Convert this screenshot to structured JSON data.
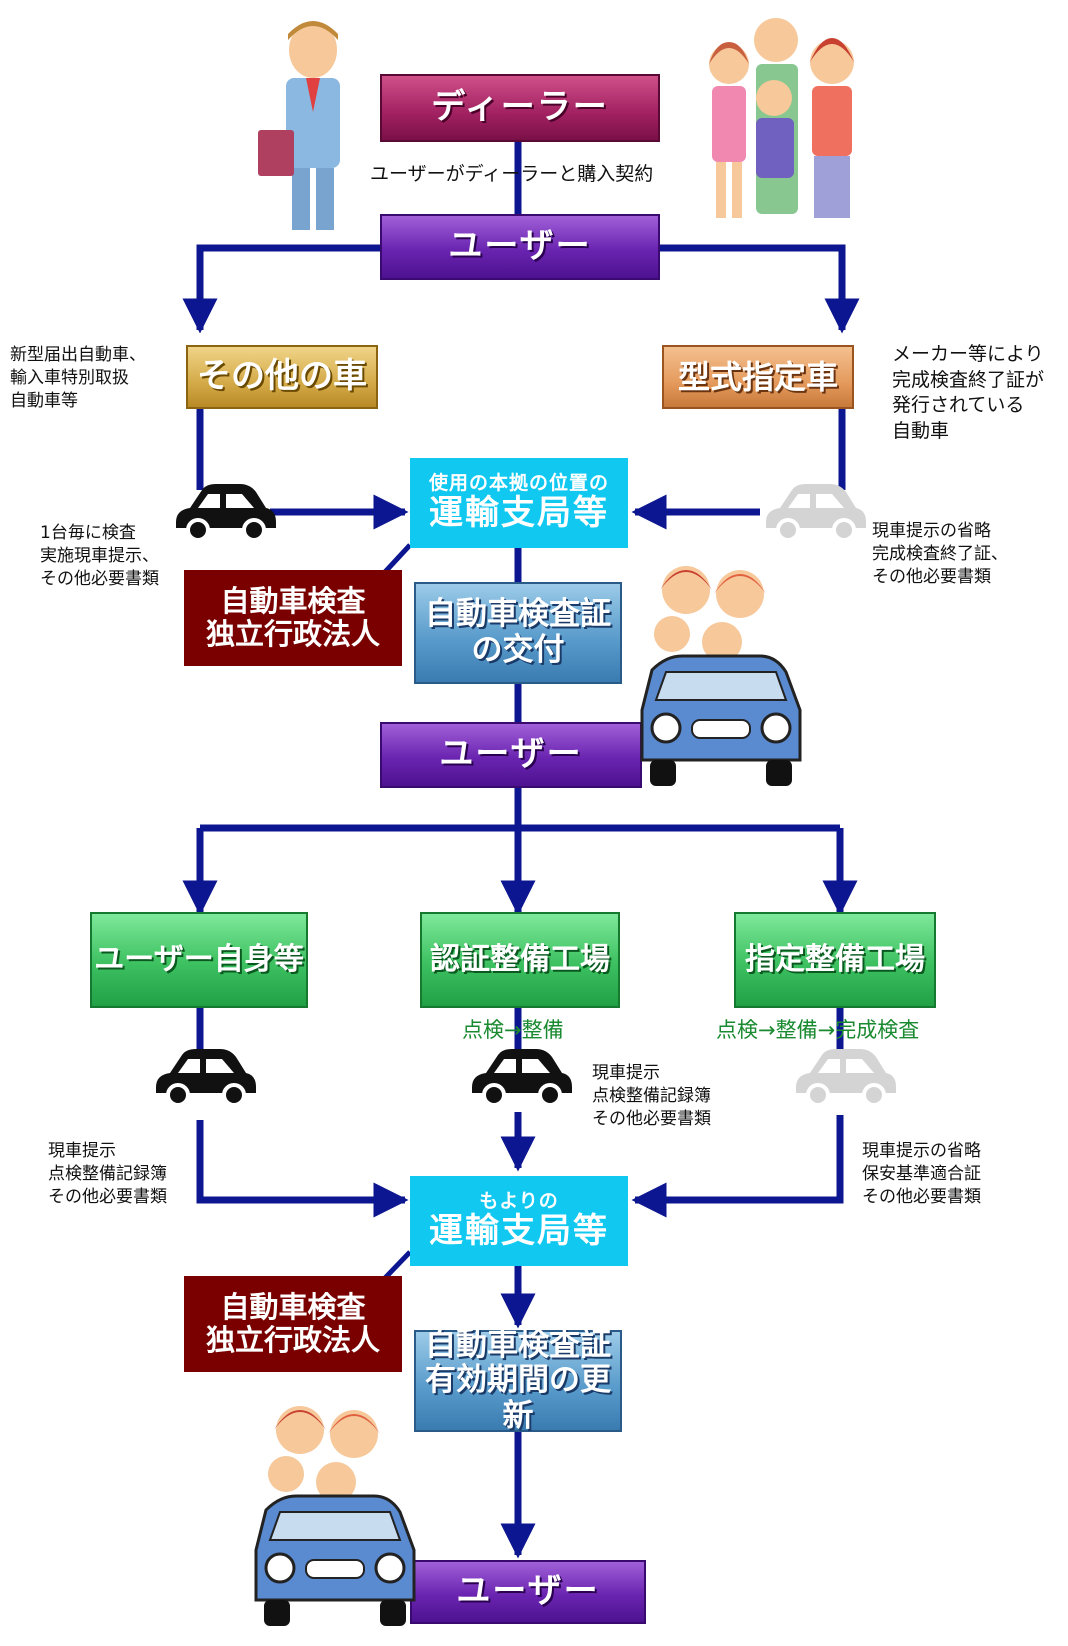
{
  "nodes": {
    "dealer": "ディーラー",
    "user1": "ユーザー",
    "other_car": "その他の車",
    "type_designated": "型式指定車",
    "bureau1_small": "使用の本拠の位置の",
    "bureau1_big": "運輸支局等",
    "agency1_line1": "自動車検査",
    "agency1_line2": "独立行政法人",
    "cert_issue_line1": "自動車検査証",
    "cert_issue_line2": "の交付",
    "user2": "ユーザー",
    "user_self": "ユーザー自身等",
    "cert_shop": "認証整備工場",
    "designated_shop": "指定整備工場",
    "bureau2_small": "もよりの",
    "bureau2_big": "運輸支局等",
    "agency2_line1": "自動車検査",
    "agency2_line2": "独立行政法人",
    "renew_line1": "自動車検査証",
    "renew_line2": "有効期間の更新",
    "user3": "ユーザー"
  },
  "notes": {
    "purchase_contract": "ユーザーがディーラーと購入契約",
    "new_type_cars": [
      "新型届出自動車、",
      "輸入車特別取扱",
      "自動車等"
    ],
    "maker_cert": [
      "メーカー等により",
      "完成検査終了証が",
      "発行されている",
      "自動車"
    ],
    "each_car_inspection": [
      "1台毎に検査",
      "実施現車提示、",
      "その他必要書類"
    ],
    "omit_presentation": [
      "現車提示の省略",
      "完成検査終了証、",
      "その他必要書類"
    ],
    "cert_shop_process": "点検→整備",
    "designated_shop_process": "点検→整備→完成検査",
    "cert_shop_docs": [
      "現車提示",
      "点検整備記録簿",
      "その他必要書類"
    ],
    "user_self_docs": [
      "現車提示",
      "点検整備記録簿",
      "その他必要書類"
    ],
    "designated_docs": [
      "現車提示の省略",
      "保安基準適合証",
      "その他必要書類"
    ]
  },
  "colors": {
    "arrow": "#0c1690",
    "purple": "#6a24b0",
    "magenta": "#a02060",
    "cyan": "#10c8f0",
    "maroon": "#7a0000",
    "green": "#3cc060",
    "steel": "#5a9ccc",
    "gold": "#d4aa48",
    "peach": "#e49a5c",
    "green_text": "#1a8a30"
  },
  "icons": [
    "businessman-illustration",
    "family-illustration",
    "black-car-icon",
    "gray-car-icon",
    "family-in-car-illustration"
  ]
}
